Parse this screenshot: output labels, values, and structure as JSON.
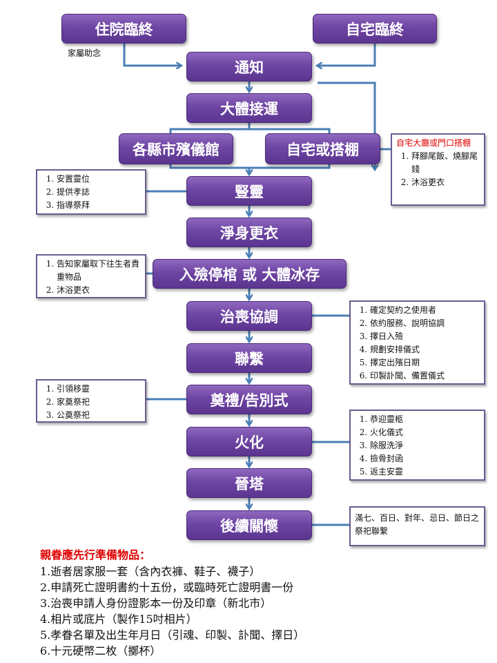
{
  "nodes": {
    "hospital_death": "住院臨終",
    "home_death": "自宅臨終",
    "notify": "通知",
    "body_transport": "大體接運",
    "funeral_home": "各縣市殯儀館",
    "home_or_tent": "自宅或搭棚",
    "set_altar": "豎靈",
    "wash_dress": "淨身更衣",
    "encoffin": "入殮停棺 或 大體冰存",
    "coordination": "治喪協調",
    "contact": "聯繫",
    "ceremony": "奠禮/告別式",
    "cremation": "火化",
    "columbarium": "晉塔",
    "follow_up": "後續關懷"
  },
  "labels": {
    "family_chant": "家屬助念"
  },
  "notes": {
    "home_tent": {
      "heading": "自宅大廳或門口搭棚",
      "items": [
        "拜腳尾飯、燒腳尾錢",
        "沐浴更衣"
      ]
    },
    "set_altar": [
      "安置靈位",
      "提供孝誌",
      "指導祭拜"
    ],
    "encoffin": [
      "告知家屬取下往生者貴重物品",
      "沐浴更衣"
    ],
    "coordination": [
      "確定契約之使用者",
      "依約服務、說明協調",
      "擇日入殮",
      "規劃安排儀式",
      "擇定出殯日期",
      "印製訃聞、備置儀式"
    ],
    "ceremony": [
      "引領移靈",
      "家奠祭祀",
      "公奠祭祀"
    ],
    "cremation": [
      "恭迎靈柩",
      "火化儀式",
      "除服洗淨",
      "撿骨封函",
      "返主安靈"
    ],
    "follow_up": "滿七、百日、對年、忌日、節日之祭祀聯繫"
  },
  "preparation": {
    "title": "親眷應先行準備物品：",
    "items": [
      "1.逝者居家服一套（含內衣褲、鞋子、襪子）",
      "2.申請死亡證明書約十五份，或臨時死亡證明書一份",
      "3.治喪申請人身份證影本一份及印章（新北市）",
      "4.相片或底片（製作15吋相片）",
      "5.孝眷名單及出生年月日（引魂、印製、訃聞、擇日）",
      "6.十元硬幣二枚（擲杯）"
    ]
  },
  "colors": {
    "node": "#6e45a3",
    "connector": "#4a7fb5",
    "note_border": "#6a5a92",
    "accent_red": "#e00000"
  }
}
